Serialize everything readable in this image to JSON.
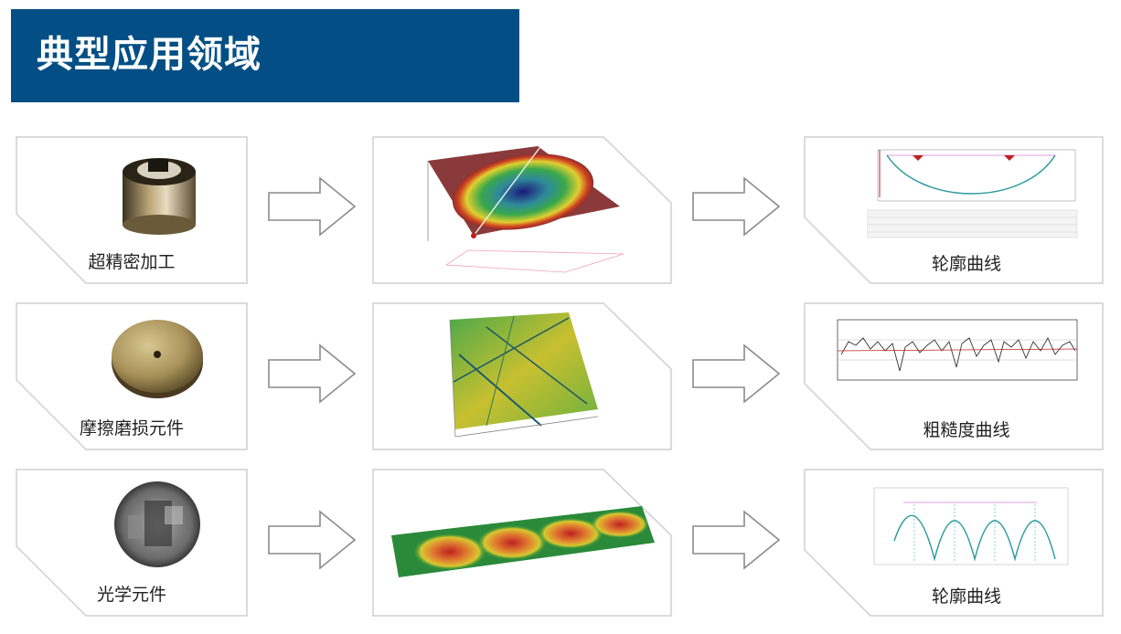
{
  "header": {
    "title": "典型应用领域"
  },
  "colors": {
    "banner": "#034f85",
    "border": "#cfcfcf",
    "arrow": "#8a8a8a"
  },
  "rows": [
    {
      "sample_label": "超精密加工",
      "result_label": "轮廓曲线",
      "sample_icon": "cylinder-part-photo",
      "scan_icon": "3d-bowl-surface-map",
      "result_icon": "profile-curve-chart"
    },
    {
      "sample_label": "摩擦磨损元件",
      "result_label": "粗糙度曲线",
      "sample_icon": "worn-disc-photo",
      "scan_icon": "3d-worn-surface-map",
      "result_icon": "roughness-curve-chart"
    },
    {
      "sample_label": "光学元件",
      "result_label": "轮廓曲线",
      "sample_icon": "optical-lens-photo",
      "scan_icon": "3d-microlens-array-map",
      "result_icon": "periodic-profile-chart"
    }
  ]
}
